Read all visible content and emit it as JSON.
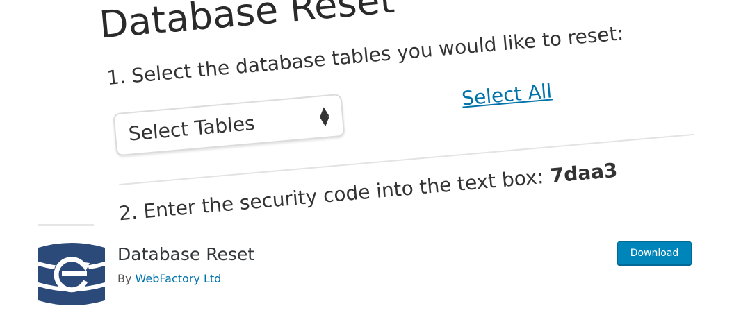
{
  "banner": {
    "title": "Database Reset",
    "step1": "1. Select the database tables you would like to reset:",
    "select_placeholder": "Select Tables",
    "select_all_label": "Select All",
    "step2": "2. Enter the security code into the text box:",
    "security_code": "7daa3"
  },
  "plugin": {
    "name": "Database Reset",
    "by_label": "By",
    "author": "WebFactory Ltd",
    "download_label": "Download",
    "icon": "database-refresh-icon"
  },
  "colors": {
    "accent": "#0085ba",
    "link": "#0073aa",
    "icon_navy": "#2b4a7a"
  }
}
